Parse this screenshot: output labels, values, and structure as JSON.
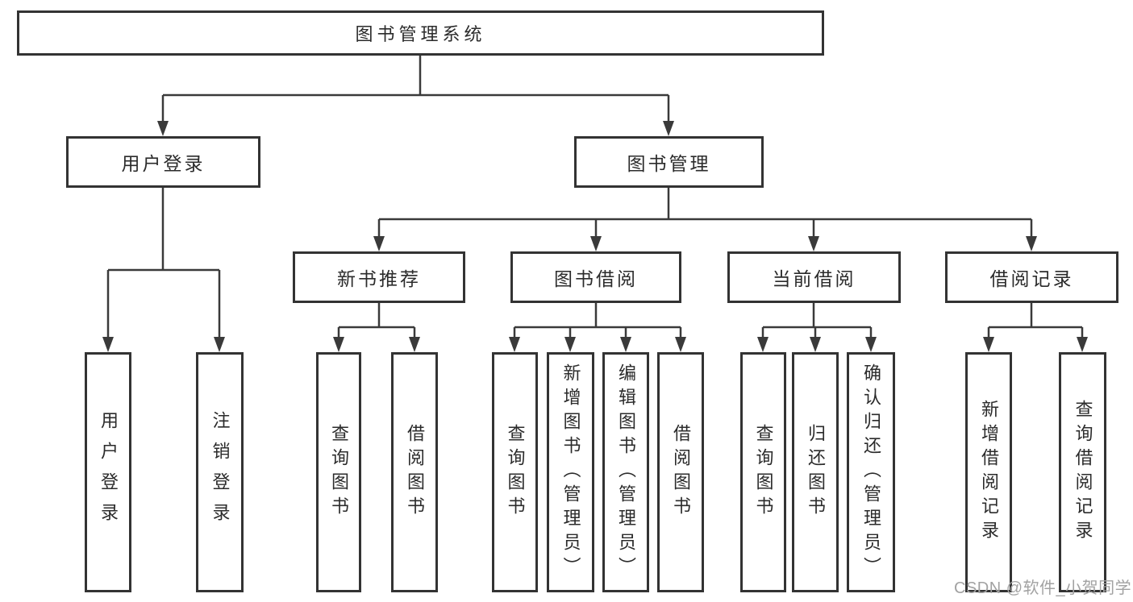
{
  "diagram": {
    "root": "图书管理系统",
    "user_login": {
      "label": "用户登录",
      "children": [
        "用户登录",
        "注销登录"
      ]
    },
    "book_mgmt": {
      "label": "图书管理",
      "sections": [
        {
          "label": "新书推荐",
          "children": [
            "查询图书",
            "借阅图书"
          ]
        },
        {
          "label": "图书借阅",
          "children": [
            "查询图书",
            "新增图书（管理员）",
            "编辑图书（管理员）",
            "借阅图书"
          ]
        },
        {
          "label": "当前借阅",
          "children": [
            "查询图书",
            "归还图书",
            "确认归还（管理员）"
          ]
        },
        {
          "label": "借阅记录",
          "children": [
            "新增借阅记录",
            "查询借阅记录"
          ]
        }
      ]
    },
    "watermark": "CSDN @软件_小贺同学",
    "colors": {
      "line": "#3a3a3a",
      "border": "#333333",
      "text": "#2b2b2b",
      "watermark": "#a2a2a2",
      "background": "#ffffff"
    }
  }
}
